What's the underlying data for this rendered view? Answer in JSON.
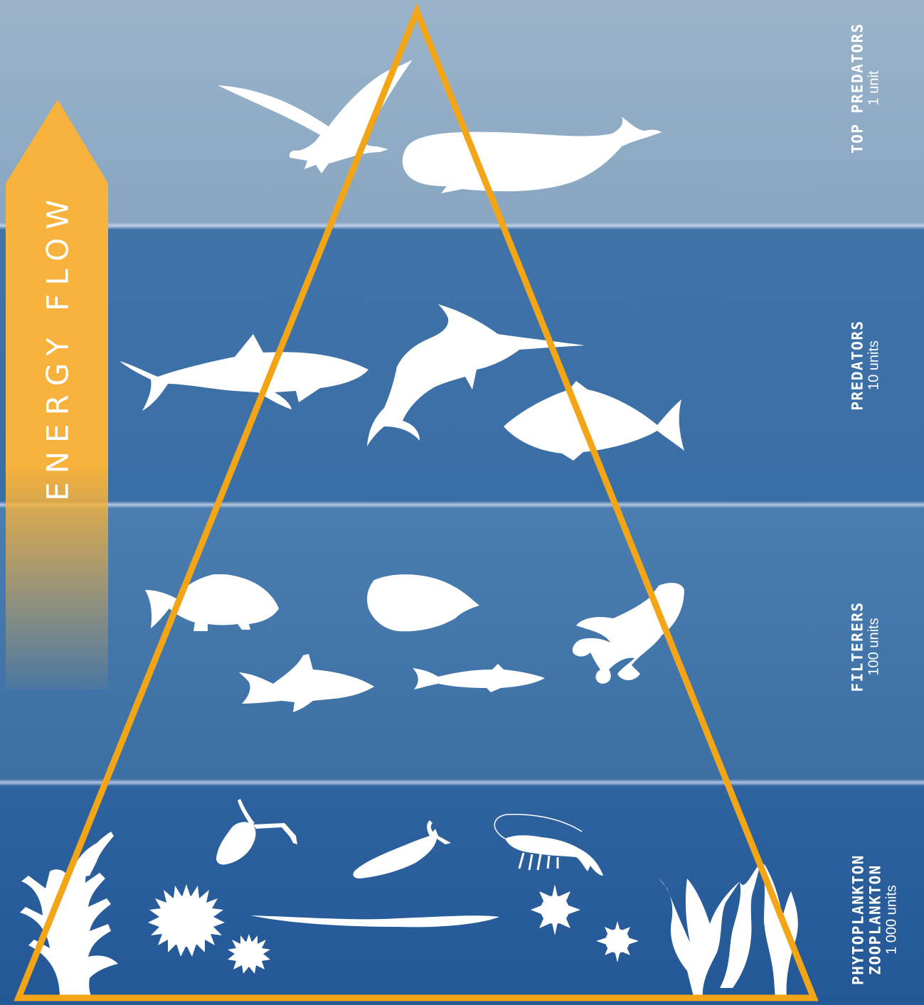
{
  "title": "",
  "energy_label": "ENERGY FLOW",
  "colors": {
    "pyramid_outline": "#f2a517",
    "arrow": "#f6b23c",
    "silhouettes": "#ffffff",
    "band_top": "#9ab3c9",
    "band_predators": "#3f73a8",
    "band_filterers": "#4a7db0",
    "band_base": "#2e63a0"
  },
  "levels": [
    {
      "name": "TOP PREDATORS",
      "units": "1 unit",
      "icons": [
        "seagull-icon",
        "sperm-whale-icon"
      ]
    },
    {
      "name": "PREDATORS",
      "units": "10 units",
      "icons": [
        "shark-icon",
        "swordfish-icon",
        "tuna-icon"
      ]
    },
    {
      "name": "FILTERERS",
      "units": "100 units",
      "icons": [
        "goldfish-icon",
        "tropical-fish-icon",
        "squid-icon",
        "tarpon-icon",
        "anchovy-icon"
      ]
    },
    {
      "name_lines": [
        "PHYTOPLANKTON",
        "ZOOPLANKTON"
      ],
      "units": "1 000 units",
      "icons": [
        "algae-icon",
        "copepod-icon",
        "larva-icon",
        "shrimp-icon",
        "sea-urchin-icon",
        "small-urchin-icon",
        "eel-larva-icon",
        "radiolarian-icon",
        "kelp-icon"
      ]
    }
  ]
}
